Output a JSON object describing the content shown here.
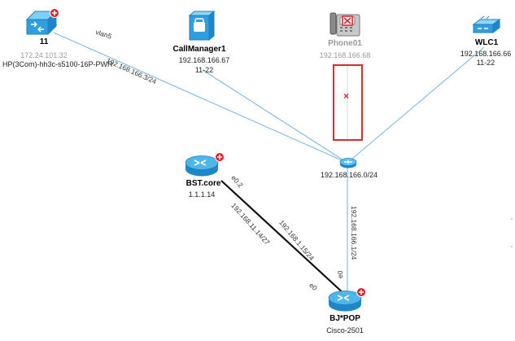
{
  "colors": {
    "link": "#7fb9e6",
    "link_strong": "#111111",
    "device_blue": "#2f9fe0",
    "alarm_red": "#e0202a",
    "selection": "#d0312d",
    "label_gray": "#9a9a9a"
  },
  "nodes": {
    "switch11": {
      "icon": "switch-icon",
      "name": "11",
      "ip": "172.24.101.32",
      "model": "HP(3Com)-hh3c-s5100-16P-PWR",
      "alarm": true
    },
    "callmanager": {
      "icon": "server-icon",
      "name": "CallManager1",
      "ip": "192.168.166.67",
      "extra": "11-22",
      "alarm": false
    },
    "phone": {
      "icon": "phone-icon",
      "name": "Phone01",
      "ip": "192.168.166.68",
      "alarm": true,
      "dimmed": true
    },
    "wlc": {
      "icon": "wireless-controller-icon",
      "name": "WLC1",
      "ip": "192.168.166.66",
      "extra": "11-22",
      "alarm": false
    },
    "bstcore": {
      "icon": "router-icon",
      "name": "BST.core",
      "ip": "1.1.1.14",
      "alarm": true
    },
    "subnet": {
      "icon": "subnet-hub-icon",
      "name": "192.168.166.0/24"
    },
    "bjpop": {
      "icon": "router-icon",
      "name": "BJ*POP",
      "model": "Cisco-2501",
      "alarm": true
    }
  },
  "links": {
    "vlan_label": "vlan5",
    "sw_subnet_ip": "192.168.166.3/24",
    "bst_port": "e0.2",
    "bst_ip_left": "192.168.11.14/27",
    "bst_ip_right": "192.168.1.15/24",
    "bj_port_left": "e0",
    "bj_port_top": "e0",
    "bj_subnet_ip": "192.168.166.1/24"
  }
}
